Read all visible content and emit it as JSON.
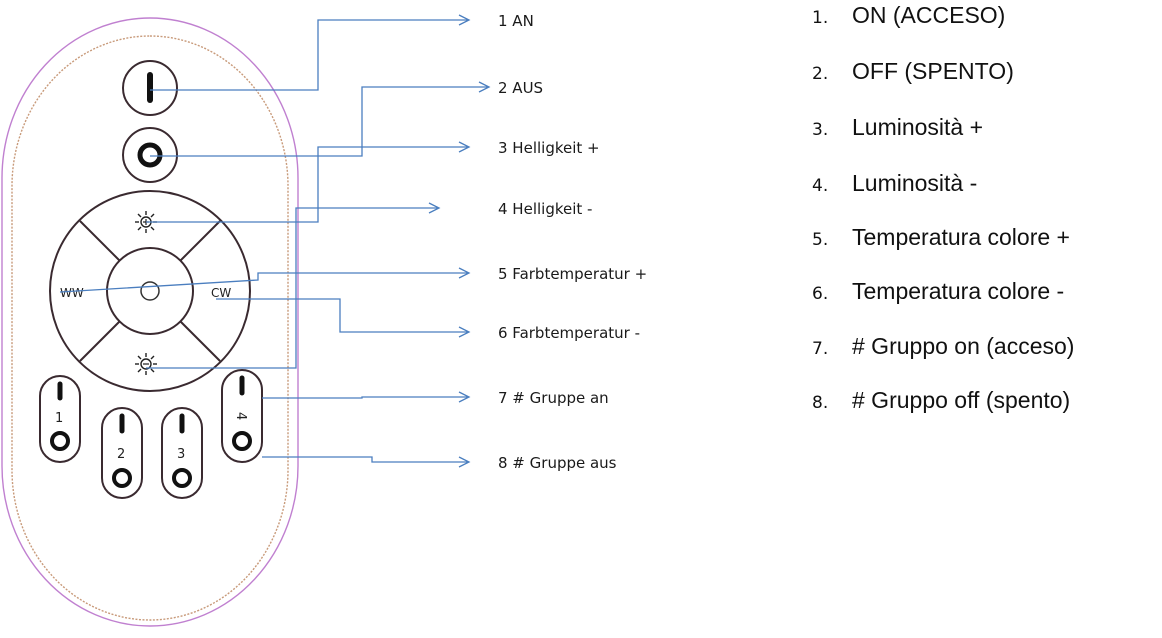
{
  "remote": {
    "ww_label": "WW",
    "cw_label": "CW",
    "group_numbers": [
      "1",
      "2",
      "3",
      "4"
    ]
  },
  "labels_de": [
    "1 AN",
    "2 AUS",
    "3 Helligkeit +",
    "4 Helligkeit -",
    "5 Farbtemperatur +",
    "6 Farbtemperatur -",
    "7 # Gruppe an",
    "8 # Gruppe aus"
  ],
  "list_it": [
    {
      "num": "1.",
      "text": "ON (ACCESO)"
    },
    {
      "num": "2.",
      "text": "OFF (SPENTO)"
    },
    {
      "num": "3.",
      "text": "Luminosità +"
    },
    {
      "num": "4.",
      "text": "Luminosità -"
    },
    {
      "num": "5.",
      "text": "Temperatura colore +"
    },
    {
      "num": "6.",
      "text": "Temperatura colore -"
    },
    {
      "num": "7.",
      "text": "# Gruppo on (acceso)"
    },
    {
      "num": "8.",
      "text": "# Gruppo off (spento)"
    }
  ],
  "colors": {
    "arrow": "#4a7ebf",
    "outer_outline": "#c080d0",
    "inner_outline": "#c89a7a",
    "button_outline": "#3a2a30"
  }
}
